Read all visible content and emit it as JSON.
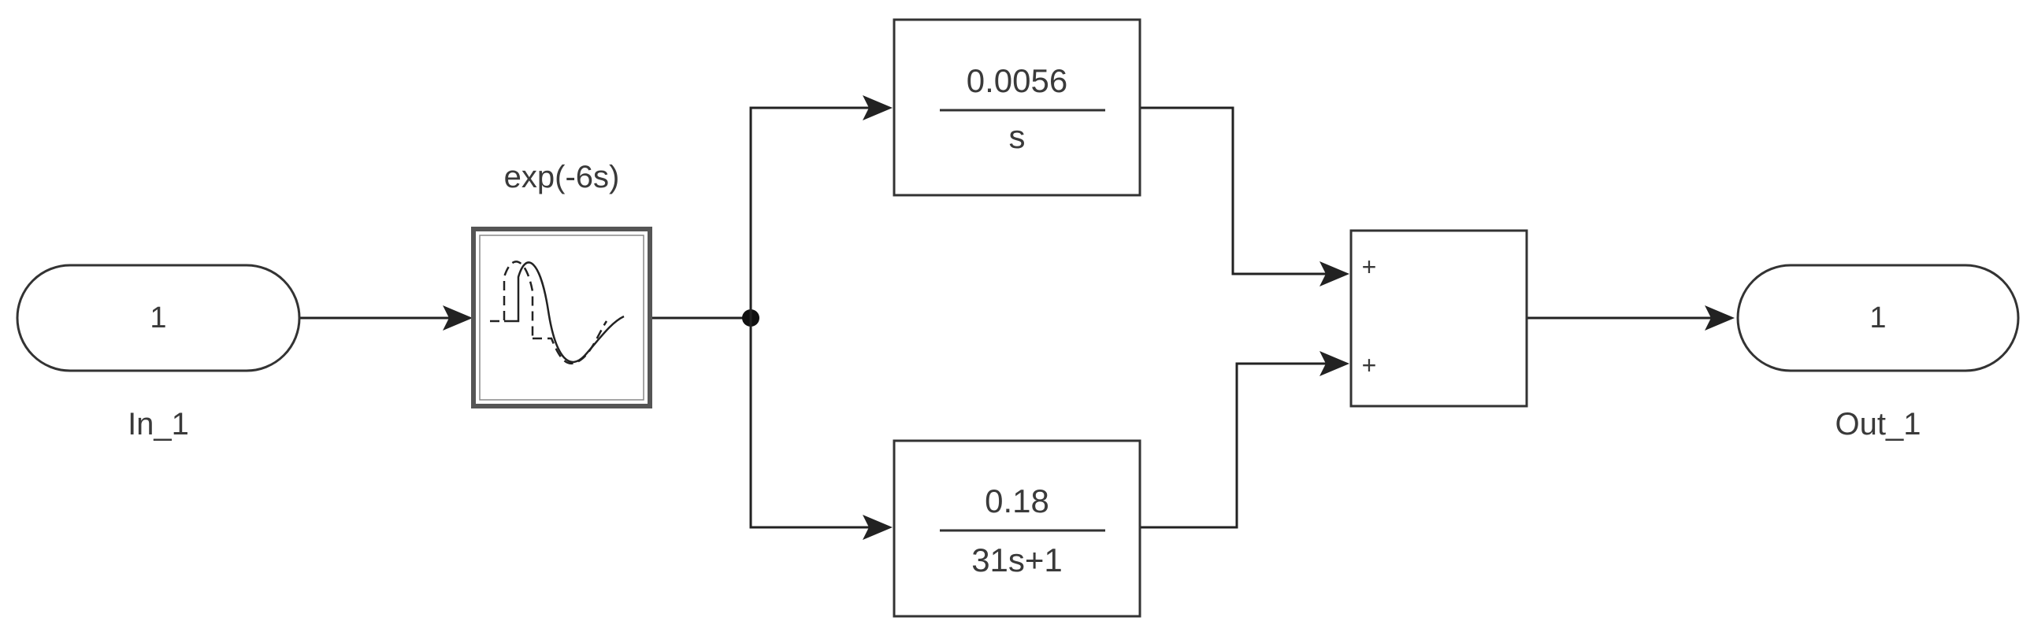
{
  "blocks": {
    "inport": {
      "number": "1",
      "name": "In_1"
    },
    "outport": {
      "number": "1",
      "name": "Out_1"
    },
    "delay": {
      "label": "exp(-6s)",
      "icon": "transport-delay-icon"
    },
    "integrator": {
      "numerator": "0.0056",
      "denominator": "s"
    },
    "first_order": {
      "numerator": "0.18",
      "denominator": "31s+1"
    },
    "sum": {
      "sign_top": "+",
      "sign_bottom": "+"
    }
  }
}
